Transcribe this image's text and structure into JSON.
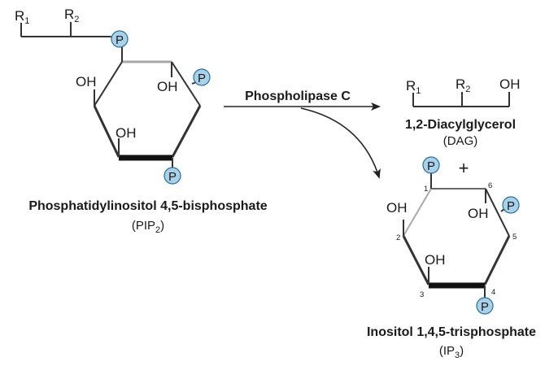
{
  "pip2": {
    "r1": "R",
    "r1_sub": "1",
    "r2": "R",
    "r2_sub": "2",
    "oh_left": "OH",
    "oh_right": "OH",
    "oh_mid": "OH",
    "phosphate": "P",
    "name": "Phosphatidylinositol 4,5-bisphosphate",
    "abbr_prefix": "(PIP",
    "abbr_sub": "2",
    "abbr_suffix": ")"
  },
  "reaction": {
    "enzyme": "Phospholipase C",
    "plus": "+"
  },
  "dag": {
    "r1": "R",
    "r1_sub": "1",
    "r2": "R",
    "r2_sub": "2",
    "oh": "OH",
    "name": "1,2-Diacylglycerol",
    "abbr": "(DAG)"
  },
  "ip3": {
    "oh_left": "OH",
    "oh_right": "OH",
    "oh_mid": "OH",
    "phosphate": "P",
    "carbon_numbers": [
      "1",
      "2",
      "3",
      "4",
      "5",
      "6"
    ],
    "name": "Inositol 1,4,5-trisphosphate",
    "abbr_prefix": "(IP",
    "abbr_sub": "3",
    "abbr_suffix": ")"
  },
  "colors": {
    "phosphate_fill": "#a9d1ea",
    "phosphate_stroke": "#2d6d95",
    "bond": "#333333",
    "bond_light": "#a8a8a8"
  }
}
